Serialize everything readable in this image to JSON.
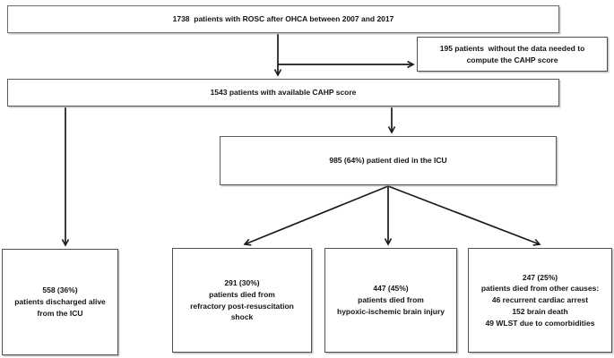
{
  "boxes": {
    "rosc": {
      "text": "1738  patients with ROSC after OHCA between 2007 and 2017"
    },
    "no_cahp": {
      "text": "195 patients  without the data needed to\ncompute the CAHP score"
    },
    "cahp": {
      "text": "1543 patients with available CAHP score"
    },
    "died_icu": {
      "text": "985 (64%) patient died in the ICU"
    },
    "discharged": {
      "text": "558 (36%)\npatients discharged alive\nfrom the ICU"
    },
    "shock": {
      "text": "291 (30%)\npatients died from\nrefractory post-resuscitation\nshock"
    },
    "brain_injury": {
      "text": "447 (45%)\npatients died from\nhypoxic-ischemic brain injury"
    },
    "other_causes": {
      "text": "247 (25%)\npatients died from other causes:\n46 recurrent cardiac arrest\n152 brain death\n49 WLST due to comorbidities"
    }
  },
  "colors": {
    "arrow": "#1a1a1a",
    "box_border": "#4f4f4f",
    "text": "#141414",
    "background": "#ffffff"
  }
}
